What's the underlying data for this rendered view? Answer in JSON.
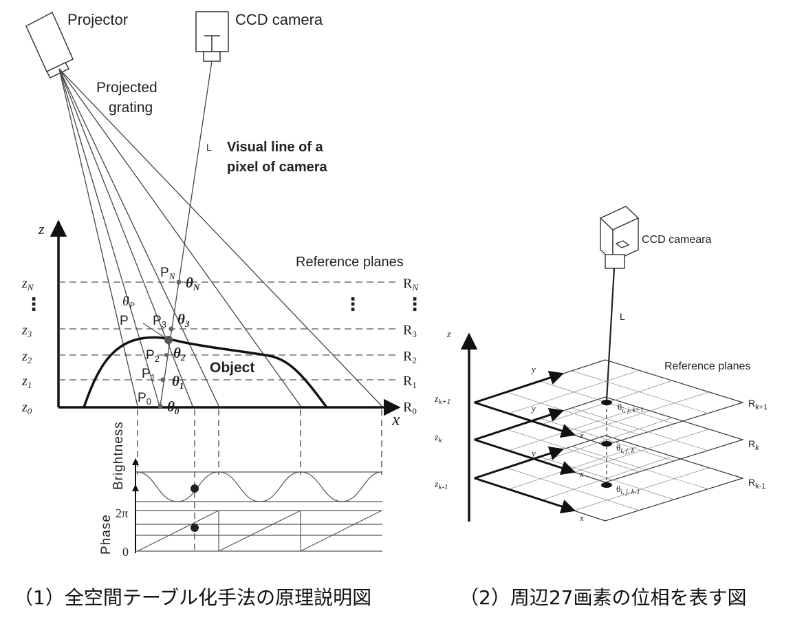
{
  "left": {
    "projector": "Projector",
    "ccd_camera": "CCD camera",
    "projected_grating": [
      "Projected",
      "grating"
    ],
    "visual_line_marker": "L",
    "visual_line": [
      "Visual line of a",
      "pixel of camera"
    ],
    "z_axis": "z",
    "x_axis": "x",
    "reference_planes": "Reference planes",
    "z_levels": [
      {
        "base": "z",
        "sub": "N"
      },
      {
        "base": "z",
        "sub": "3"
      },
      {
        "base": "z",
        "sub": "2"
      },
      {
        "base": "z",
        "sub": "1"
      },
      {
        "base": "z",
        "sub": "0"
      }
    ],
    "r_levels": [
      {
        "base": "R",
        "sub": "N"
      },
      {
        "base": "R",
        "sub": "3"
      },
      {
        "base": "R",
        "sub": "2"
      },
      {
        "base": "R",
        "sub": "1"
      },
      {
        "base": "R",
        "sub": "0"
      }
    ],
    "points": [
      {
        "base": "P",
        "sub": "N"
      },
      {
        "base": "P",
        "sub": "3"
      },
      {
        "base": "P",
        "sub": "2"
      },
      {
        "base": "P",
        "sub": "1"
      },
      {
        "base": "P",
        "sub": "0"
      }
    ],
    "point_p": "P",
    "thetas": [
      {
        "base": "θ",
        "sub": "N"
      },
      {
        "base": "θ",
        "sub": "3"
      },
      {
        "base": "θ",
        "sub": "2"
      },
      {
        "base": "θ",
        "sub": "1"
      },
      {
        "base": "θ",
        "sub": "0"
      }
    ],
    "theta_p": {
      "base": "θ",
      "sub": "P"
    },
    "object": "Object",
    "brightness": "Brightness",
    "phase": "Phase",
    "two_pi": "2π",
    "zero": "0",
    "dots": "⋮"
  },
  "right": {
    "ccd_camera": "CCD cameara",
    "line_marker": "L",
    "reference_planes": "Reference planes",
    "z_axis": "z",
    "x_axis": "x",
    "y_axis": "y",
    "z_levels": [
      {
        "base": "z",
        "sub": "k+1"
      },
      {
        "base": "z",
        "sub": "k"
      },
      {
        "base": "z",
        "sub": "k-1"
      }
    ],
    "r_levels": [
      {
        "base": "R",
        "sub": "k+1"
      },
      {
        "base": "R",
        "sub": "k"
      },
      {
        "base": "R",
        "sub": "k-1"
      }
    ],
    "thetas": [
      {
        "base": "θ",
        "sub": "i, j, k+1"
      },
      {
        "base": "θ",
        "sub": "i, j, k"
      },
      {
        "base": "θ",
        "sub": "i, j, k-1"
      }
    ]
  },
  "captions": {
    "left": "（1）全空間テーブル化手法の原理説明図",
    "right": "（2）周辺27画素の位相を表す図"
  }
}
